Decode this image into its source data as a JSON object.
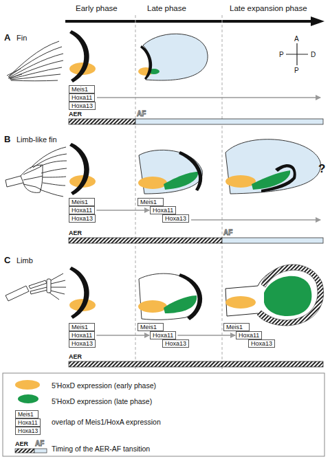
{
  "diagram": {
    "nodes": [
      {
        "text": [
          "Meis1"
        ]
      },
      {
        "text": [
          "Hoxa11"
        ]
      },
      {
        "text": [
          "Hoxa13"
        ]
      },
      {
        "text": [
          "Meis1"
        ]
      },
      {
        "text": [
          "Hoxa11"
        ]
      },
      {
        "text": [
          "Hoxa13"
        ]
      },
      {
        "text": [
          "Meis1"
        ]
      },
      {
        "text": [
          "Hoxa11"
        ]
      },
      {
        "text": [
          "Hoxa13"
        ]
      },
      {
        "text": [
          "Meis1"
        ]
      },
      {
        "text": [
          "Hoxa11"
        ]
      },
      {
        "text": [
          "Hoxa13"
        ]
      },
      {
        "text": [
          "Meis1"
        ]
      },
      {
        "text": [
          "Hoxa11"
        ]
      },
      {
        "text": [
          "Hoxa13"
        ]
      },
      {
        "text": [
          "Meis1"
        ]
      },
      {
        "text": [
          "Hoxa11"
        ]
      },
      {
        "text": [
          "Hoxa13"
        ]
      }
    ],
    "edges": [
      {
        "from": 4,
        "to": 7,
        "arrow": "to"
      },
      {
        "from": 10,
        "to": 13,
        "arrow": "to"
      },
      {
        "from": 13,
        "to": 16,
        "arrow": "to"
      }
    ],
    "labels": [
      "Early phase",
      "Late phase",
      "Late expansion phase",
      "A",
      "P",
      "D",
      "P",
      "A",
      "Fin",
      "AER",
      "AF",
      "B",
      "Limb-like fin",
      "?",
      "AER",
      "AF",
      "C",
      "Limb",
      "AER",
      "Meis1",
      "Hoxa11",
      "Hoxa13",
      "AER",
      "AF"
    ],
    "legend": [
      {
        "text": "5'HoxD expression (early phase)",
        "color": "#f6b94c"
      },
      {
        "text": "5'HoxD expression (late phase)",
        "color": "#1b9a4a"
      },
      {
        "text": "overlap of Meis1/HoxA expression"
      },
      {
        "text": "Timing of the AER-AF tansition"
      }
    ]
  }
}
